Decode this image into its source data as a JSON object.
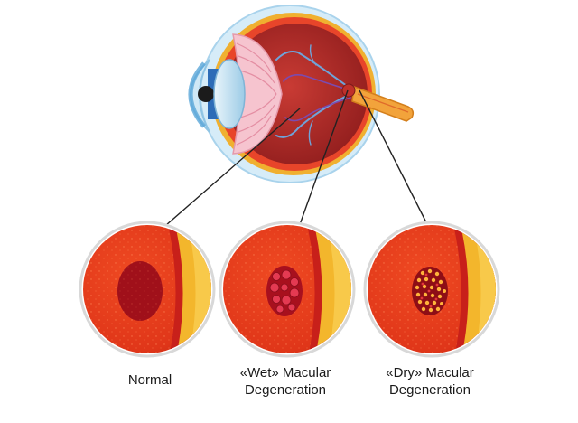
{
  "diagram": {
    "panels": [
      {
        "id": "normal",
        "label": "Normal"
      },
      {
        "id": "wet",
        "label": "«Wet» Macular\nDegeneration"
      },
      {
        "id": "dry",
        "label": "«Dry» Macular\nDegeneration"
      }
    ]
  },
  "colors": {
    "retina": "#e4351b",
    "retina_dark": "#b41c13",
    "choroid_band": "#c8201a",
    "sclera_band": "#f3b62c",
    "macula_normal": "#a0101a",
    "wet_lesion": "#d8304a",
    "dry_drusen": "#e4363b",
    "eye_sclera": "#cfe8f6",
    "lens": "#b8dcef",
    "ciliary": "#f3b8c4",
    "optic_nerve": "#f2a33b",
    "leader_line": "#222222"
  }
}
